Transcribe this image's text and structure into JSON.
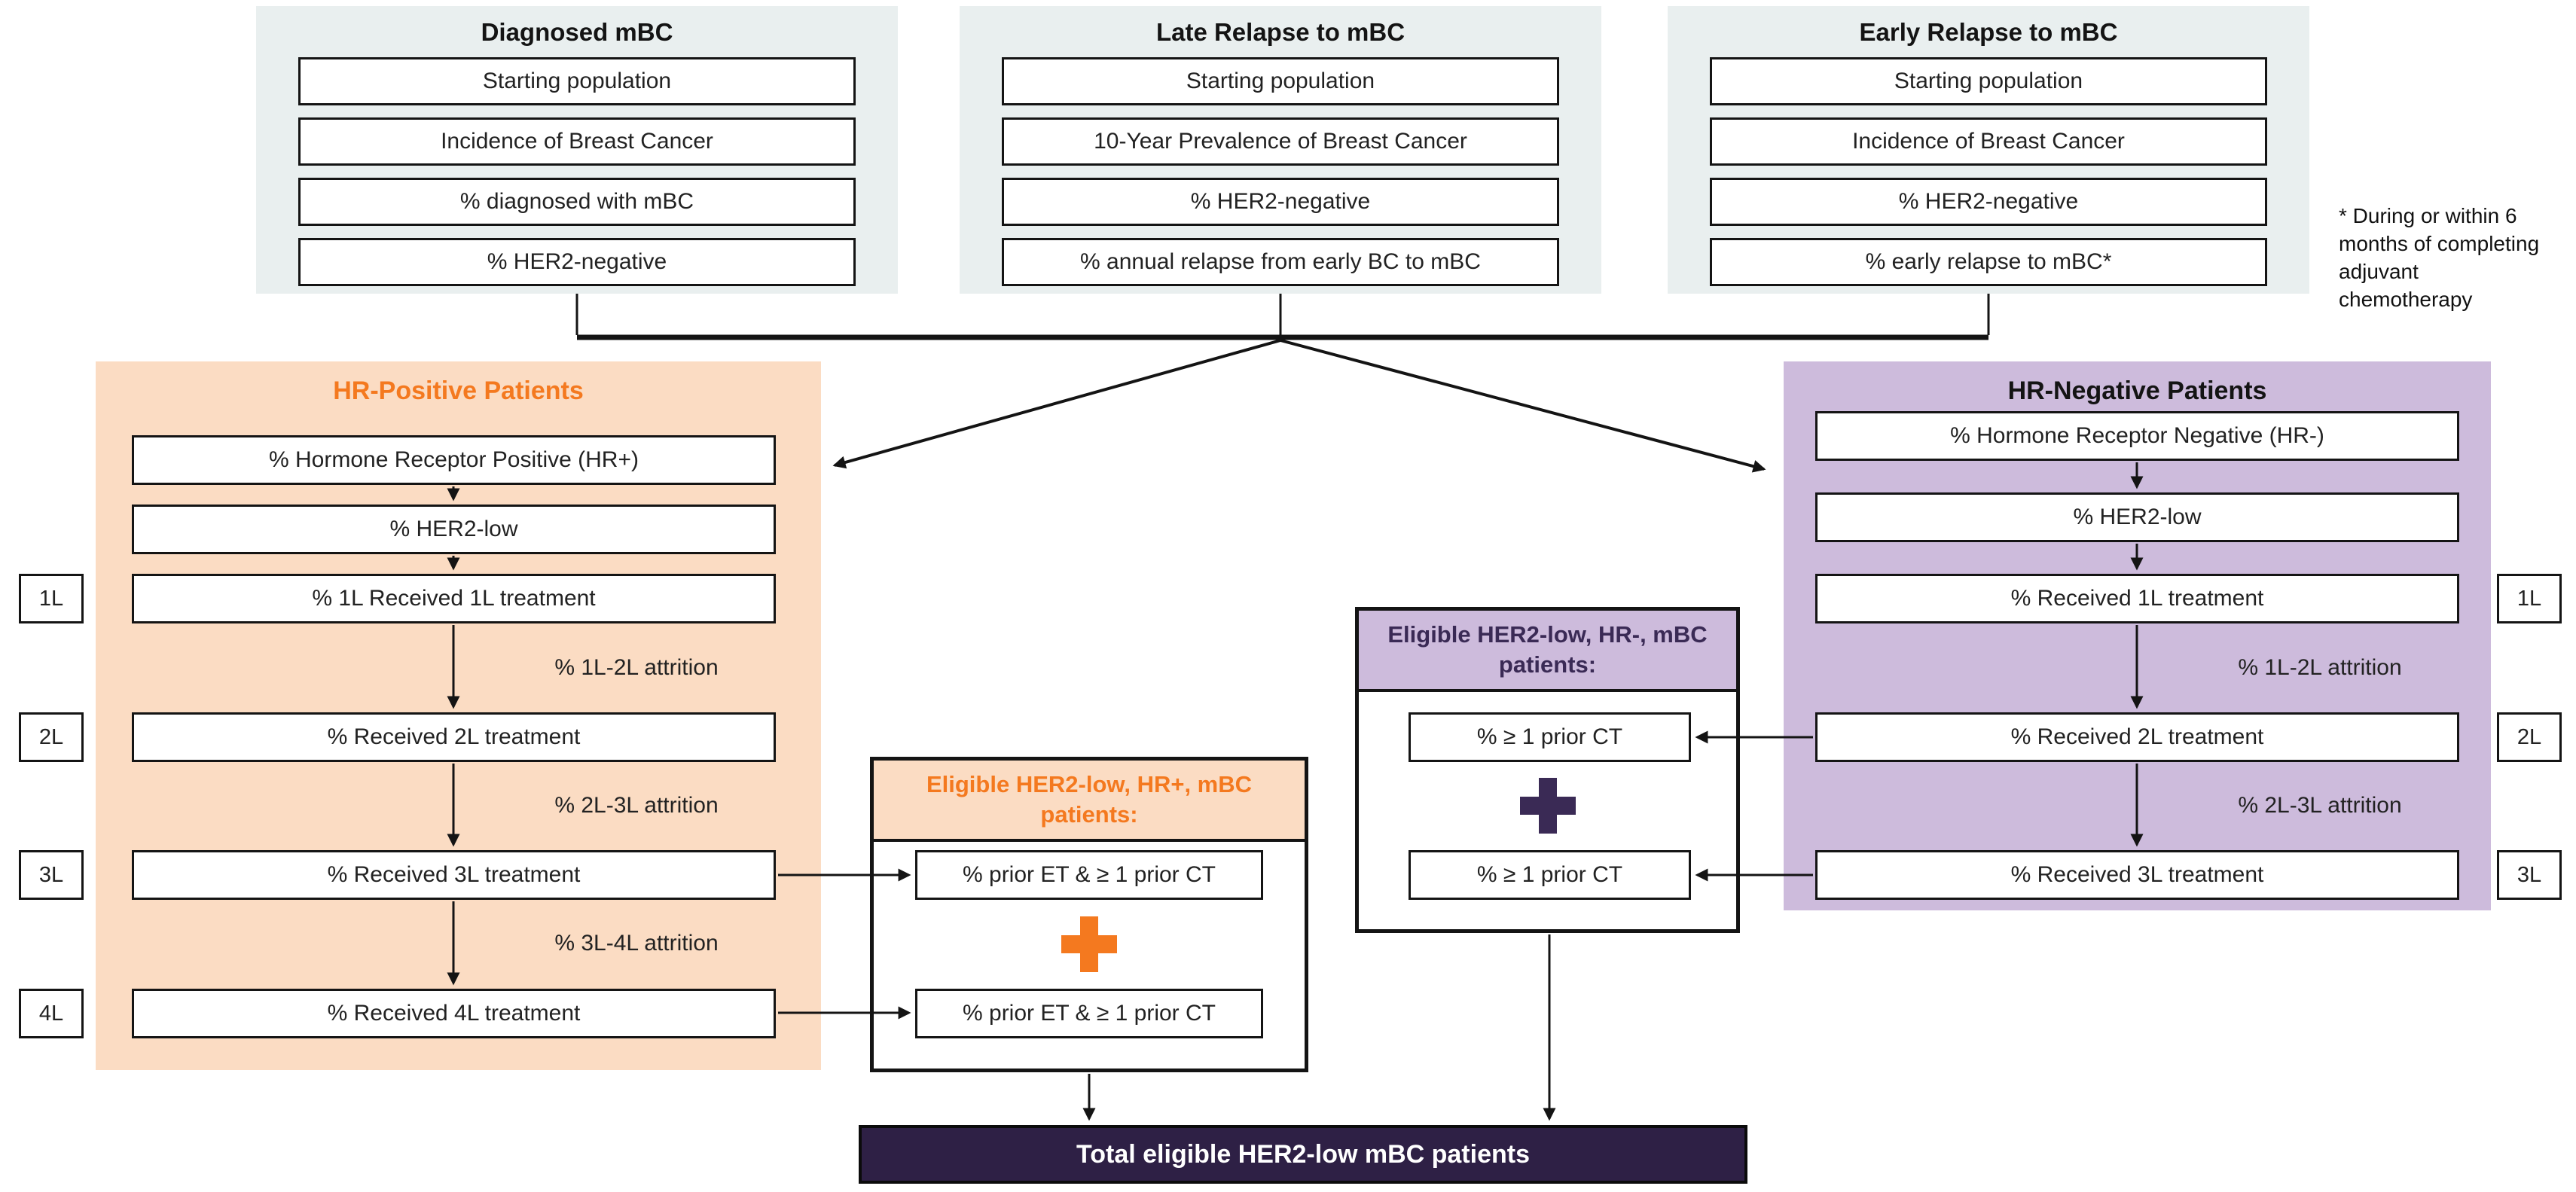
{
  "colors": {
    "section_bg": "#E9EFEF",
    "peach_bg": "#FBDCC3",
    "orange": "#F4791F",
    "purple_bg": "#CDBBDC",
    "dark_purple": "#3A2A55",
    "total_bg": "#2E2045",
    "line_color": "#141414",
    "box_bg": "#FFFFFF"
  },
  "top_sections": [
    {
      "title": "Diagnosed mBC",
      "boxes": [
        "Starting population",
        "Incidence of Breast Cancer",
        "% diagnosed with mBC",
        "% HER2-negative"
      ]
    },
    {
      "title": "Late Relapse to mBC",
      "boxes": [
        "Starting population",
        "10-Year Prevalence of Breast Cancer",
        "% HER2-negative",
        "% annual relapse from early BC to mBC"
      ]
    },
    {
      "title": "Early Relapse to mBC",
      "boxes": [
        "Starting population",
        "Incidence of Breast Cancer",
        "% HER2-negative",
        "% early relapse to mBC*"
      ]
    }
  ],
  "footnote": {
    "lines": [
      "* During or within 6",
      "months of completing",
      "adjuvant",
      "chemotherapy"
    ]
  },
  "hr_positive": {
    "title": "HR-Positive Patients",
    "boxes": [
      "% Hormone Receptor Positive (HR+)",
      "% HER2-low",
      "% 1L Received 1L treatment",
      "% Received 2L treatment",
      "% Received 3L treatment",
      "% Received 4L treatment"
    ],
    "attrition_labels": [
      "% 1L-2L attrition",
      "% 2L-3L attrition",
      "% 3L-4L attrition"
    ],
    "line_labels": [
      "1L",
      "2L",
      "3L",
      "4L"
    ]
  },
  "hr_negative": {
    "title": "HR-Negative Patients",
    "boxes": [
      "% Hormone Receptor Negative (HR-)",
      "% HER2-low",
      "% Received 1L treatment",
      "% Received 2L treatment",
      "% Received 3L treatment"
    ],
    "attrition_labels": [
      "% 1L-2L attrition",
      "% 2L-3L attrition"
    ],
    "line_labels": [
      "1L",
      "2L",
      "3L"
    ]
  },
  "eligible_hr_positive": {
    "title": "Eligible HER2-low, HR+, mBC patients:",
    "boxes": [
      "% prior ET & ≥ 1 prior CT",
      "% prior ET & ≥ 1 prior CT"
    ],
    "plus_icon": "plus-icon"
  },
  "eligible_hr_negative": {
    "title": "Eligible HER2-low, HR-, mBC patients:",
    "boxes": [
      "% ≥ 1 prior CT",
      "% ≥ 1 prior CT"
    ],
    "plus_icon": "plus-icon"
  },
  "total": {
    "label": "Total eligible HER2-low mBC patients"
  }
}
